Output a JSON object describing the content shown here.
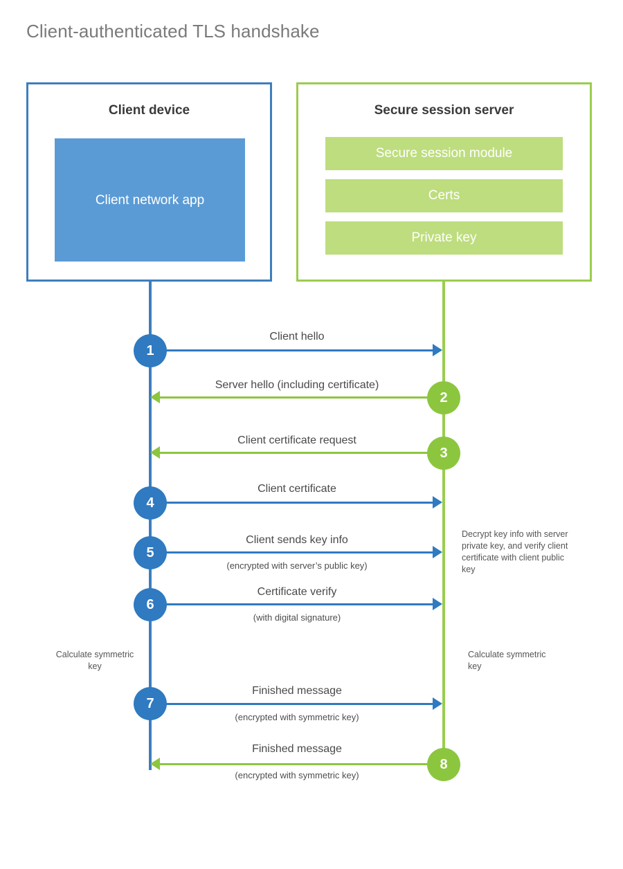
{
  "title": "Client-authenticated TLS handshake",
  "colors": {
    "client_blue": "#2f7ac0",
    "client_border": "#3d7ebd",
    "client_app_fill": "#5b9bd5",
    "server_green": "#8cc63f",
    "server_border": "#9acd4e",
    "server_bar_fill": "#bedd7e",
    "title_gray": "#7a7a7a",
    "text_gray": "#494949",
    "background": "#ffffff"
  },
  "client": {
    "title": "Client device",
    "app_label": "Client network app"
  },
  "server": {
    "title": "Secure session server",
    "bars": [
      {
        "label": "Secure session module"
      },
      {
        "label": "Certs"
      },
      {
        "label": "Private key"
      }
    ]
  },
  "notes": {
    "server_decrypt": "Decrypt key info with server private key, and verify client certificate with client public key",
    "client_calc": "Calculate symmetric key",
    "server_calc": "Calculate symmetric key"
  },
  "steps": [
    {
      "number": "1",
      "label": "Client hello",
      "sublabel": "",
      "direction": "client-to-server",
      "color": "blue"
    },
    {
      "number": "2",
      "label": "Server hello (including certificate)",
      "sublabel": "",
      "direction": "server-to-client",
      "color": "green"
    },
    {
      "number": "3",
      "label": "Client certificate request",
      "sublabel": "",
      "direction": "server-to-client",
      "color": "green"
    },
    {
      "number": "4",
      "label": "Client certificate",
      "sublabel": "",
      "direction": "client-to-server",
      "color": "blue"
    },
    {
      "number": "5",
      "label": "Client sends key info",
      "sublabel": "(encrypted with server’s public key)",
      "direction": "client-to-server",
      "color": "blue"
    },
    {
      "number": "6",
      "label": "Certificate verify",
      "sublabel": "(with digital signature)",
      "direction": "client-to-server",
      "color": "blue"
    },
    {
      "number": "7",
      "label": "Finished message",
      "sublabel": "(encrypted with symmetric key)",
      "direction": "client-to-server",
      "color": "blue"
    },
    {
      "number": "8",
      "label": "Finished message",
      "sublabel": "(encrypted with symmetric key)",
      "direction": "server-to-client",
      "color": "green"
    }
  ]
}
